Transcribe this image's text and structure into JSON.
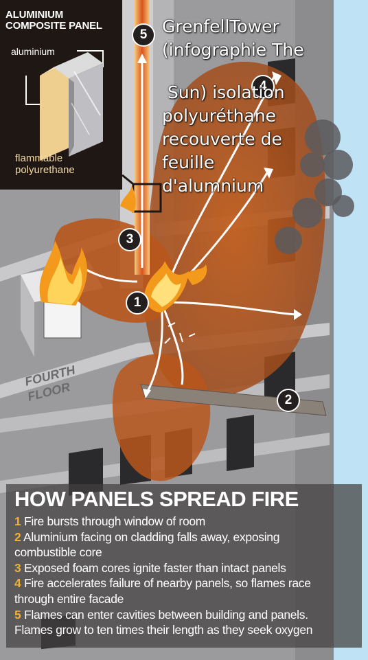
{
  "overlay": {
    "lines": [
      "GrenfellTower",
      "(infographie The",
      " Sun) isolation",
      "polyuréthane",
      "recouverte de",
      "feuille",
      "d'alumnium"
    ]
  },
  "inset": {
    "title_line1": "ALUMINIUM",
    "title_line2": "COMPOSITE PANEL",
    "label_aluminium": "aluminium",
    "label_core_line1": "flammable",
    "label_core_line2": "polyurethane"
  },
  "markers": [
    "1",
    "2",
    "3",
    "4",
    "5"
  ],
  "floor_label": {
    "line1": "FOURTH",
    "line2": "FLOOR"
  },
  "legend": {
    "title": "HOW PANELS SPREAD FIRE",
    "items": [
      {
        "num": "1",
        "lines": [
          "Fire bursts through window of room"
        ]
      },
      {
        "num": "2",
        "lines": [
          "Aluminium facing on cladding falls away, exposing",
          "combustible core"
        ]
      },
      {
        "num": "3",
        "lines": [
          "Exposed foam cores ignite faster than intact panels"
        ]
      },
      {
        "num": "4",
        "lines": [
          "Fire accelerates failure of nearby panels, so flames race",
          "through entire facade"
        ]
      },
      {
        "num": "5",
        "lines": [
          "Flames can enter cavities between building and panels.",
          "Flames grow to ten times their length as they seek oxygen"
        ]
      }
    ]
  },
  "colors": {
    "sky": "#bfe3f5",
    "wall": "#9c9c9e",
    "glow": "#b8561c",
    "flame": "#f39a1d",
    "legend_number": "#f2b134"
  }
}
